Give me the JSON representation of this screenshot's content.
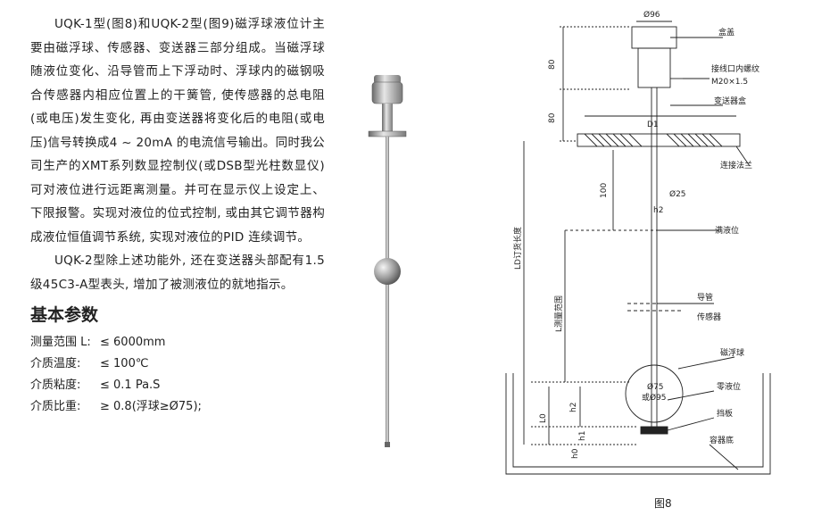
{
  "intro": {
    "p1": "UQK-1型(图8)和UQK-2型(图9)磁浮球液位计主要由磁浮球、传感器、变送器三部分组成。当磁浮球随液位变化、沿导管而上下浮动时、浮球内的磁钢吸合传感器内相应位置上的干簧管, 使传感器的总电阻(或电压)发生变化, 再由变送器将变化后的电阻(或电压)信号转换成4 ~ 20mA 的电流信号输出。同时我公司生产的XMT系列数显控制仪(或DSB型光柱数显仪)可对液位进行远距离测量。并可在显示仪上设定上、下限报警。实现对液位的位式控制, 或由其它调节器构成液位恒值调节系统, 实现对液位的PID 连续调节。",
    "p2": "UQK-2型除上述功能外, 还在变送器头部配有1.5级45C3-A型表头, 增加了被测液位的就地指示。"
  },
  "section": {
    "title": "基本参数"
  },
  "params": [
    {
      "k": "测量范围 L:",
      "v": "≤ 6000mm"
    },
    {
      "k": "介质温度:",
      "v": "≤ 100℃"
    },
    {
      "k": "介质粘度:",
      "v": "≤ 0.1 Pa.S"
    },
    {
      "k": "介质比重:",
      "v": "≥ 0.8(浮球≥Ø75);"
    }
  ],
  "drawing": {
    "caption": "图8",
    "dims": {
      "top_dia": "Ø96",
      "h80a": "80",
      "h80b": "80",
      "d1": "D1",
      "h100": "100",
      "d25": "Ø25",
      "h2a": "h2",
      "ld": "LD订货长度",
      "l": "L测量范围",
      "ball": "Ø75",
      "ball2": "或Ø95",
      "l0": "L0",
      "h2b": "h2",
      "h0": "h0",
      "h1": "h1"
    },
    "labels": {
      "cover": "盒盖",
      "thread": "接线口内螺纹",
      "thread2": "M20×1.5",
      "box": "变送器盒",
      "flange": "连接法兰",
      "full": "满液位",
      "tube": "导管",
      "sensor": "传感器",
      "ball": "磁浮球",
      "zero": "零液位",
      "stop": "挡板",
      "bottom": "容器底"
    }
  }
}
